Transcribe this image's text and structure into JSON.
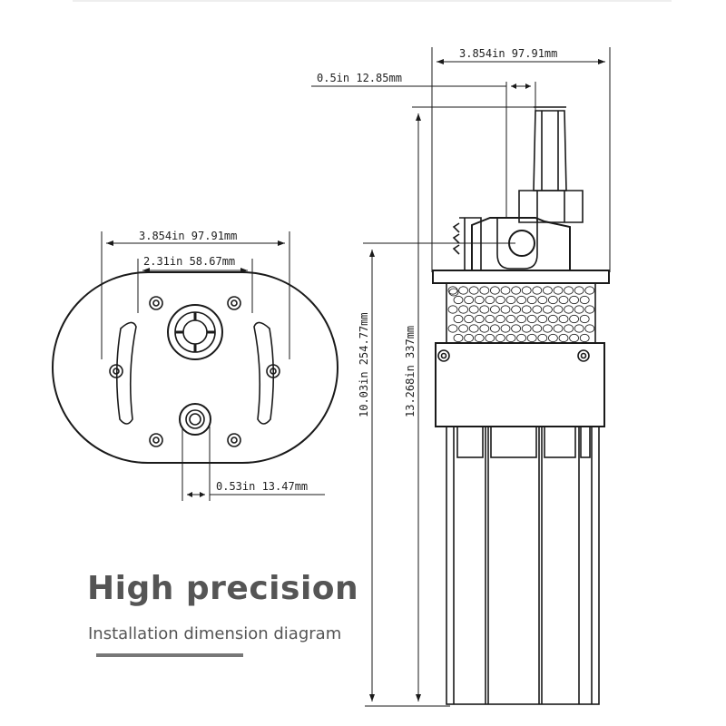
{
  "dimensions": {
    "front_width": "3.854in 97.91mm",
    "front_inner_width": "2.31in 58.67mm",
    "front_outlet_offset": "0.53in 13.47mm",
    "side_width": "3.854in 97.91mm",
    "side_outlet_width": "0.5in 12.85mm",
    "side_body_height": "10.03in 254.77mm",
    "side_total_height": "13.268in 337mm"
  },
  "heading": {
    "title": "High precision",
    "subtitle": "Installation dimension diagram"
  },
  "colors": {
    "line": "#1a1a1a",
    "title": "#555555",
    "accent_bar": "#777777"
  }
}
